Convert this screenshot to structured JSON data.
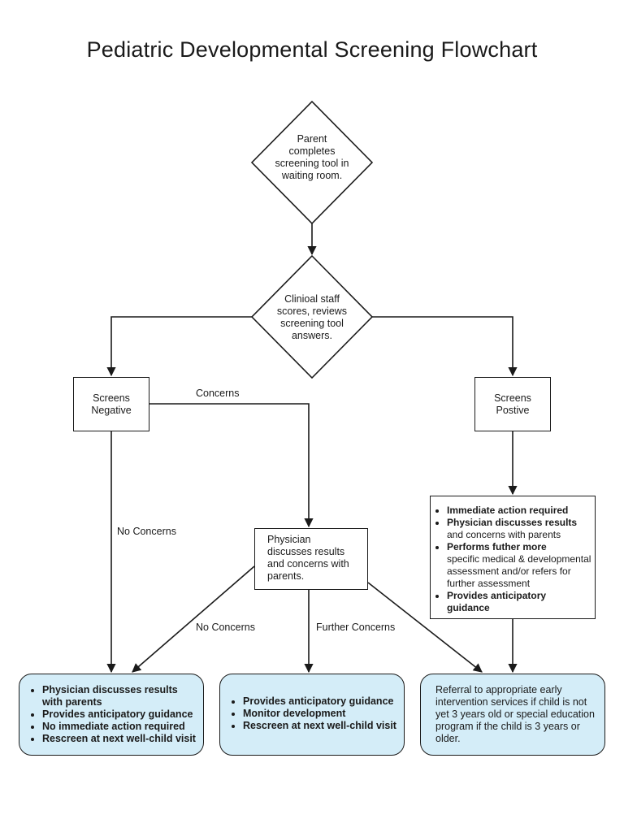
{
  "title": "Pediatric Developmental Screening Flowchart",
  "nodes": {
    "parent": [
      "Parent",
      "completes",
      "screening tool in",
      "waiting room."
    ],
    "staff": [
      "Clinioal staff",
      "scores, reviews",
      "screening tool",
      "answers."
    ],
    "negative": [
      "Screens",
      "Negative"
    ],
    "positive": [
      "Screens",
      "Postive"
    ],
    "physician": [
      "Physician",
      "discusses results",
      "and concerns with",
      "parents."
    ],
    "positive_actions": {
      "items": [
        {
          "bold": "Immediate action required",
          "rest": ""
        },
        {
          "bold": "Physician discusses results",
          "rest": "and concerns with parents"
        },
        {
          "bold": "Performs futher more",
          "rest": "specific medical & developmental assessment and/or refers for further assessment"
        },
        {
          "bold": "Provides anticipatory guidance",
          "rest": ""
        }
      ]
    },
    "outcome_left": [
      "Physician discusses results with parents",
      "Provides anticipatory guidance",
      "No immediate action required",
      "Rescreen at next well-child visit"
    ],
    "outcome_mid": [
      "Provides anticipatory guidance",
      "Monitor development",
      "Rescreen at next well-child visit"
    ],
    "outcome_right": "Referral to appropriate early intervention services if child is not yet 3 years old or special education program if the child is 3 years or older."
  },
  "edge_labels": {
    "concerns": "Concerns",
    "no_concerns_left": "No Concerns",
    "no_concerns_mid": "No Concerns",
    "further_concerns": "Further Concerns"
  },
  "colors": {
    "line": "#1a1a1a",
    "outcome_fill": "#d4edf8"
  }
}
